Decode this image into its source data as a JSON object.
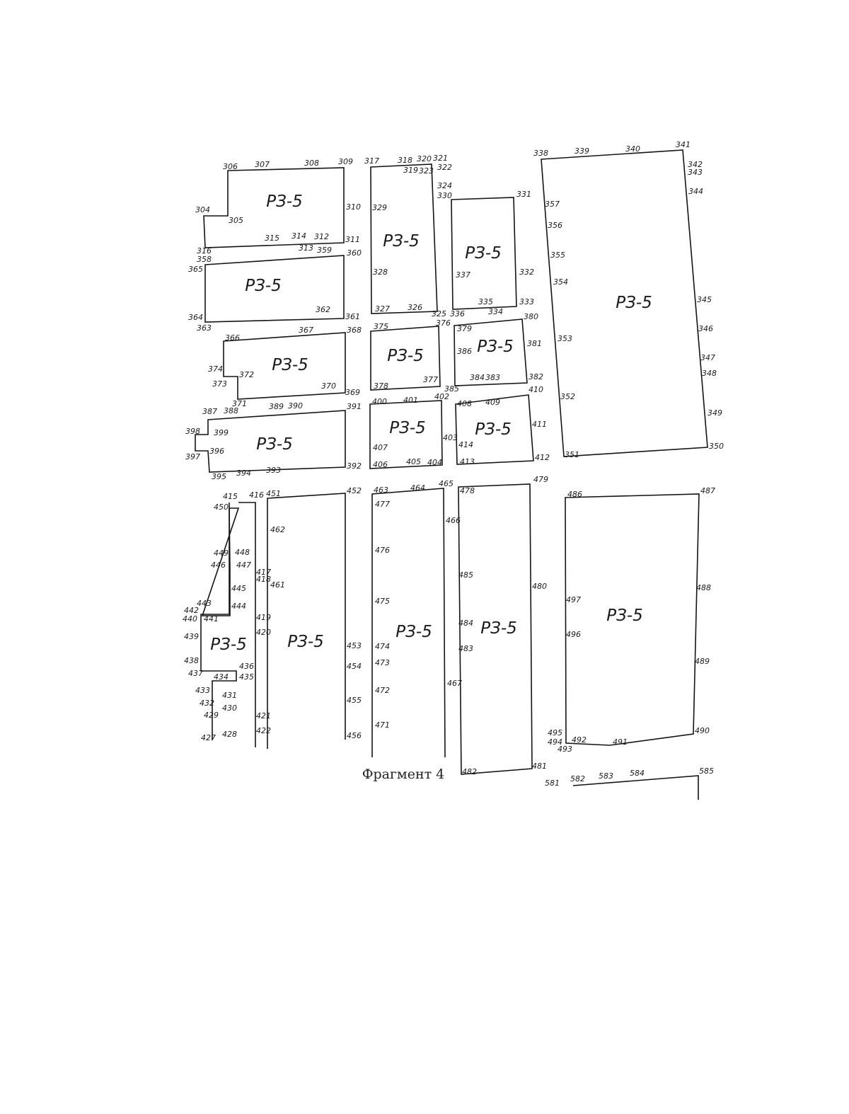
{
  "caption": "Фрагмент 4",
  "zone_code": "РЗ-5",
  "point_labels": [
    "306",
    "307",
    "308",
    "309",
    "310",
    "311",
    "312",
    "313",
    "314",
    "315",
    "316",
    "358",
    "359",
    "360",
    "361",
    "362",
    "363",
    "364",
    "365",
    "304",
    "305",
    "317",
    "318",
    "319",
    "320",
    "321",
    "322",
    "323",
    "324",
    "325",
    "326",
    "327",
    "328",
    "329",
    "330",
    "331",
    "332",
    "333",
    "334",
    "335",
    "336",
    "337",
    "338",
    "339",
    "340",
    "341",
    "342",
    "343",
    "344",
    "345",
    "346",
    "347",
    "348",
    "349",
    "350",
    "351",
    "352",
    "353",
    "354",
    "355",
    "356",
    "357",
    "366",
    "367",
    "368",
    "369",
    "370",
    "371",
    "372",
    "373",
    "374",
    "375",
    "376",
    "377",
    "378",
    "379",
    "380",
    "381",
    "382",
    "383",
    "384",
    "385",
    "386",
    "387",
    "388",
    "389",
    "390",
    "391",
    "392",
    "393",
    "394",
    "395",
    "396",
    "397",
    "398",
    "399",
    "400",
    "401",
    "402",
    "403",
    "404",
    "405",
    "406",
    "407",
    "408",
    "409",
    "410",
    "411",
    "412",
    "413",
    "414",
    "415",
    "416",
    "451",
    "452",
    "450",
    "449",
    "448",
    "447",
    "446",
    "445",
    "444",
    "443",
    "442",
    "441",
    "440",
    "439",
    "438",
    "437",
    "436",
    "435",
    "434",
    "433",
    "432",
    "431",
    "430",
    "429",
    "428",
    "427",
    "417",
    "418",
    "419",
    "420",
    "421",
    "422",
    "461",
    "462",
    "453",
    "454",
    "455",
    "456",
    "463",
    "464",
    "465",
    "466",
    "467",
    "477",
    "476",
    "475",
    "474",
    "473",
    "472",
    "471",
    "478",
    "479",
    "480",
    "481",
    "482",
    "485",
    "484",
    "483",
    "486",
    "487",
    "488",
    "489",
    "490",
    "491",
    "492",
    "493",
    "494",
    "495",
    "496",
    "497",
    "581",
    "582",
    "583",
    "584",
    "585"
  ]
}
